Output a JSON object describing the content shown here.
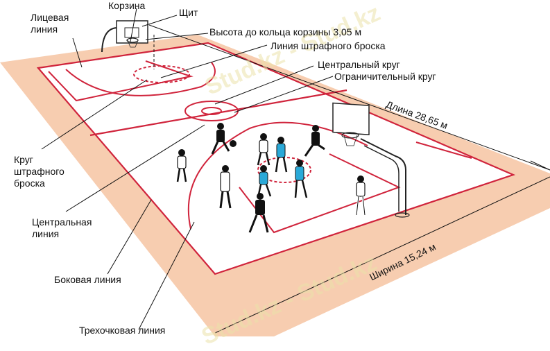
{
  "labels": {
    "face_line": "Лицевая\nлиния",
    "basket": "Корзина",
    "backboard": "Щит",
    "rim_height": "Высота до кольца корзины 3,05 м",
    "free_throw_line": "Линия штрафного броска",
    "center_circle": "Центральный круг",
    "restricting_circle": "Ограничительный круг",
    "length": "Длина 28,65 м",
    "free_throw_circle": "Круг\nштрафного\nброска",
    "center_line": "Центральная\nлиния",
    "side_line": "Боковая линия",
    "width": "Ширина 15,24 м",
    "three_point_line": "Трехочковая линия"
  },
  "watermark": "Stud.kz - Stud.kz",
  "colors": {
    "court_surround": "#f7cdb0",
    "court_floor": "#ffffff",
    "court_lines": "#d0243c",
    "callout_lines": "#111111",
    "watermark": "#ebe1aa"
  }
}
